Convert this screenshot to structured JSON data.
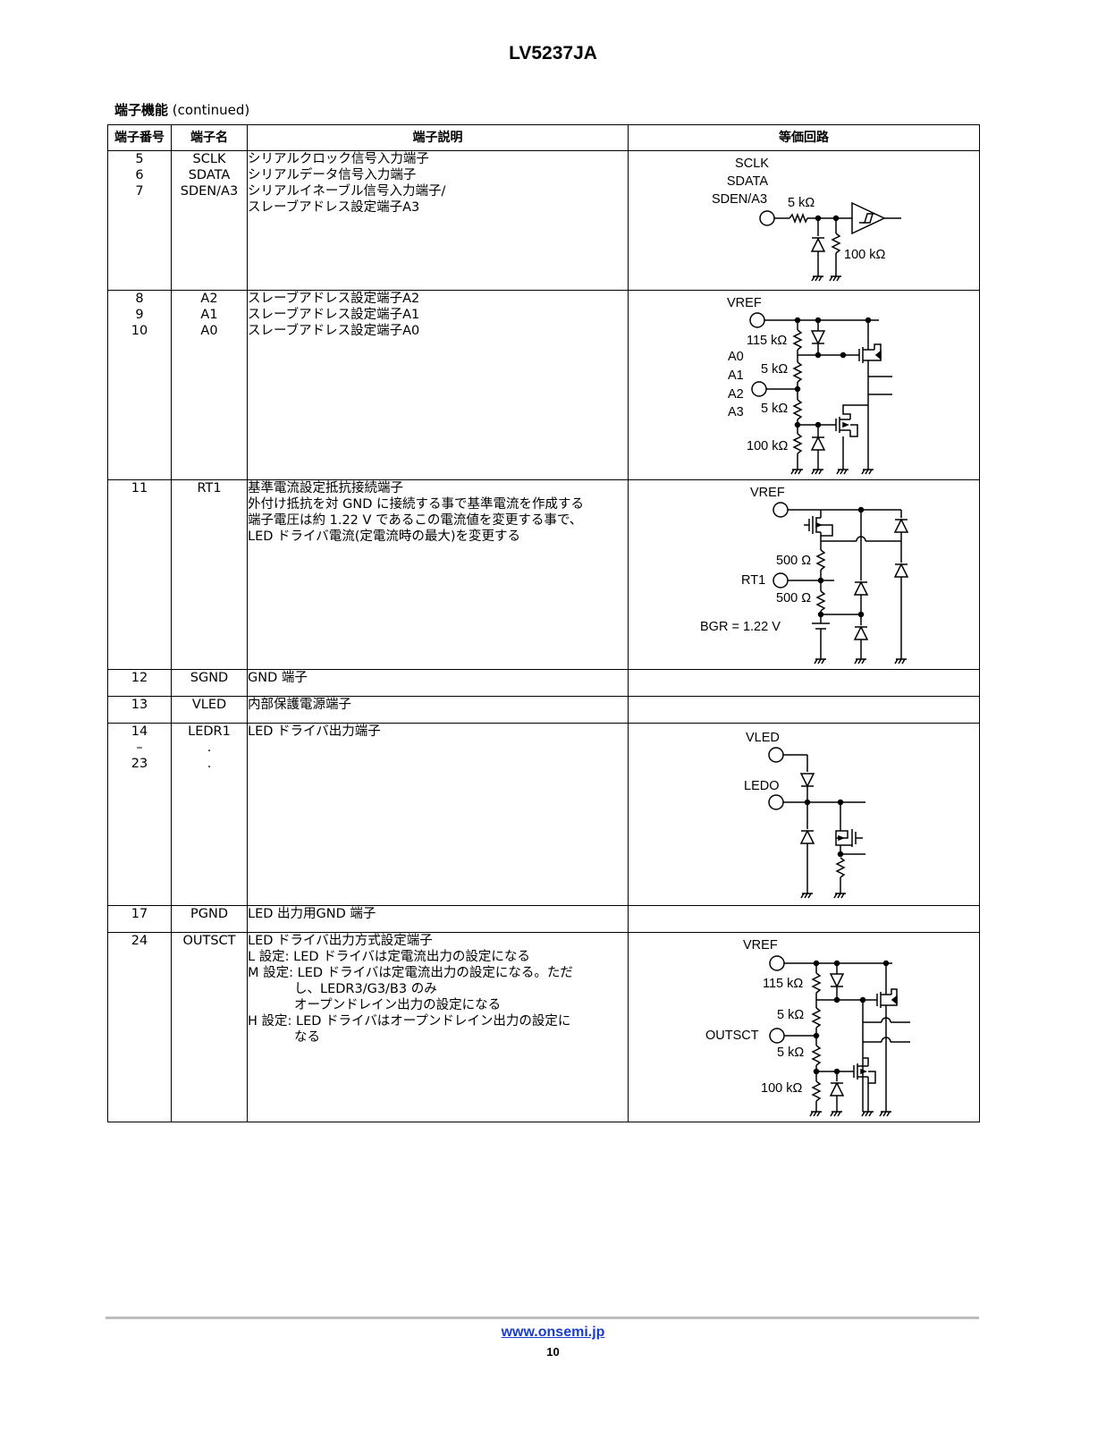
{
  "header": {
    "title": "LV5237JA"
  },
  "section": {
    "title": "端子機能",
    "note": "(continued)"
  },
  "table": {
    "headers": {
      "num": "端子番号",
      "name": "端子名",
      "desc": "端子説明",
      "circuit": "等価回路"
    },
    "rows": [
      {
        "num": [
          "5",
          "6",
          "7"
        ],
        "name": [
          "SCLK",
          "SDATA",
          "SDEN/A3"
        ],
        "desc": [
          "シリアルクロック信号入力端子",
          "シリアルデータ信号入力端子",
          "シリアルイネーブル信号入力端子/",
          "スレーブアドレス設定端子A3"
        ]
      },
      {
        "num": [
          "8",
          "9",
          "10"
        ],
        "name": [
          "A2",
          "A1",
          "A0"
        ],
        "desc": [
          "スレーブアドレス設定端子A2",
          "スレーブアドレス設定端子A1",
          "スレーブアドレス設定端子A0"
        ]
      },
      {
        "num": [
          "11"
        ],
        "name": [
          "RT1"
        ],
        "desc": [
          "基準電流設定抵抗接続端子",
          "外付け抵抗を対 GND に接続する事で基準電流を作成する",
          "端子電圧は約 1.22 V であるこの電流値を変更する事で、",
          "LED ドライバ電流(定電流時の最大)を変更する"
        ]
      },
      {
        "num": [
          "12"
        ],
        "name": [
          "SGND"
        ],
        "desc": [
          "GND 端子"
        ]
      },
      {
        "num": [
          "13"
        ],
        "name": [
          "VLED"
        ],
        "desc": [
          "内部保護電源端子"
        ]
      },
      {
        "num": [
          "14",
          "–",
          "23"
        ],
        "name": [
          "LEDR1",
          ".",
          "."
        ],
        "desc": [
          "LED ドライバ出力端子"
        ]
      },
      {
        "num": [
          "17"
        ],
        "name": [
          "PGND"
        ],
        "desc": [
          "LED 出力用GND 端子"
        ]
      },
      {
        "num": [
          "24"
        ],
        "name": [
          "OUTSCT"
        ],
        "desc": [
          "LED ドライバ出力方式設定端子",
          "L 設定: LED ドライバは定電流出力の設定になる",
          "M 設定: LED ドライバは定電流出力の設定になる。ただ",
          "し、LEDR3/G3/B3 のみ",
          "オープンドレイン出力の設定になる",
          "H 設定: LED ドライバはオープンドレイン出力の設定に",
          "なる"
        ]
      }
    ]
  },
  "circuits": {
    "c1": {
      "pins": [
        "SCLK",
        "SDATA",
        "SDEN/A3"
      ],
      "r1": "5 kΩ",
      "r2": "100 kΩ"
    },
    "c2": {
      "supply": "VREF",
      "pins": [
        "A0",
        "A1",
        "A2",
        "A3"
      ],
      "r1": "115 kΩ",
      "r2": "5 kΩ",
      "r3": "5 kΩ",
      "r4": "100 kΩ"
    },
    "c3": {
      "supply": "VREF",
      "pin": "RT1",
      "r1": "500 Ω",
      "r2": "500 Ω",
      "bgr": "BGR = 1.22 V"
    },
    "c4": {
      "supply": "VLED",
      "pin": "LEDO"
    },
    "c5": {
      "supply": "VREF",
      "pin": "OUTSCT",
      "r1": "115 kΩ",
      "r2": "5 kΩ",
      "r3": "5 kΩ",
      "r4": "100 kΩ"
    }
  },
  "footer": {
    "url": "www.onsemi.jp",
    "page": "10"
  }
}
